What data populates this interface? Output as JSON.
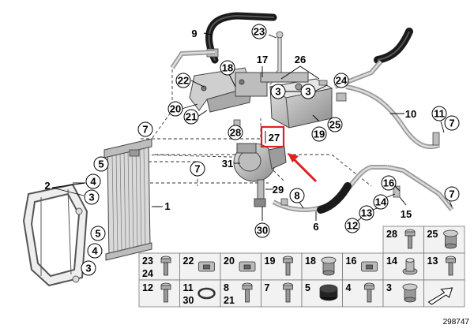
{
  "diagram": {
    "callouts": {
      "c9": "9",
      "c23": "23",
      "c17": "17",
      "c26": "26",
      "c18": "18",
      "c22": "22",
      "c3a": "3",
      "c3b": "3",
      "c24": "24",
      "c20": "20",
      "c21": "21",
      "c10": "10",
      "c11": "11",
      "c7a": "7",
      "c7b": "7",
      "c28": "28",
      "c27": "27",
      "c19": "19",
      "c25": "25",
      "c31": "31",
      "c7c": "7",
      "c29": "29",
      "c5a": "5",
      "c4a": "4",
      "c3c": "3",
      "c2": "2",
      "c1": "1",
      "c8": "8",
      "c16": "16",
      "c14": "14",
      "c13": "13",
      "c15": "15",
      "c7d": "7",
      "c12": "12",
      "c6": "6",
      "c30": "30",
      "c5b": "5",
      "c4b": "4",
      "c3d": "3"
    },
    "legend": {
      "r1": [
        {
          "id": "23",
          "sub": "24"
        },
        {
          "id": "22"
        },
        {
          "id": "20"
        },
        {
          "id": "19"
        },
        {
          "id": "18"
        },
        {
          "id": "16"
        },
        {
          "id": "14"
        },
        {
          "id": "13"
        }
      ],
      "r0": [
        {
          "id": "28"
        },
        {
          "id": "25"
        }
      ],
      "r2": [
        {
          "id": "12"
        },
        {
          "id": "11",
          "sub": "30"
        },
        {
          "id": "8",
          "sub": "21"
        },
        {
          "id": "7"
        },
        {
          "id": "5"
        },
        {
          "id": "4"
        },
        {
          "id": "3"
        }
      ]
    },
    "doc_number": "298747",
    "highlight_color": "#e02020"
  }
}
